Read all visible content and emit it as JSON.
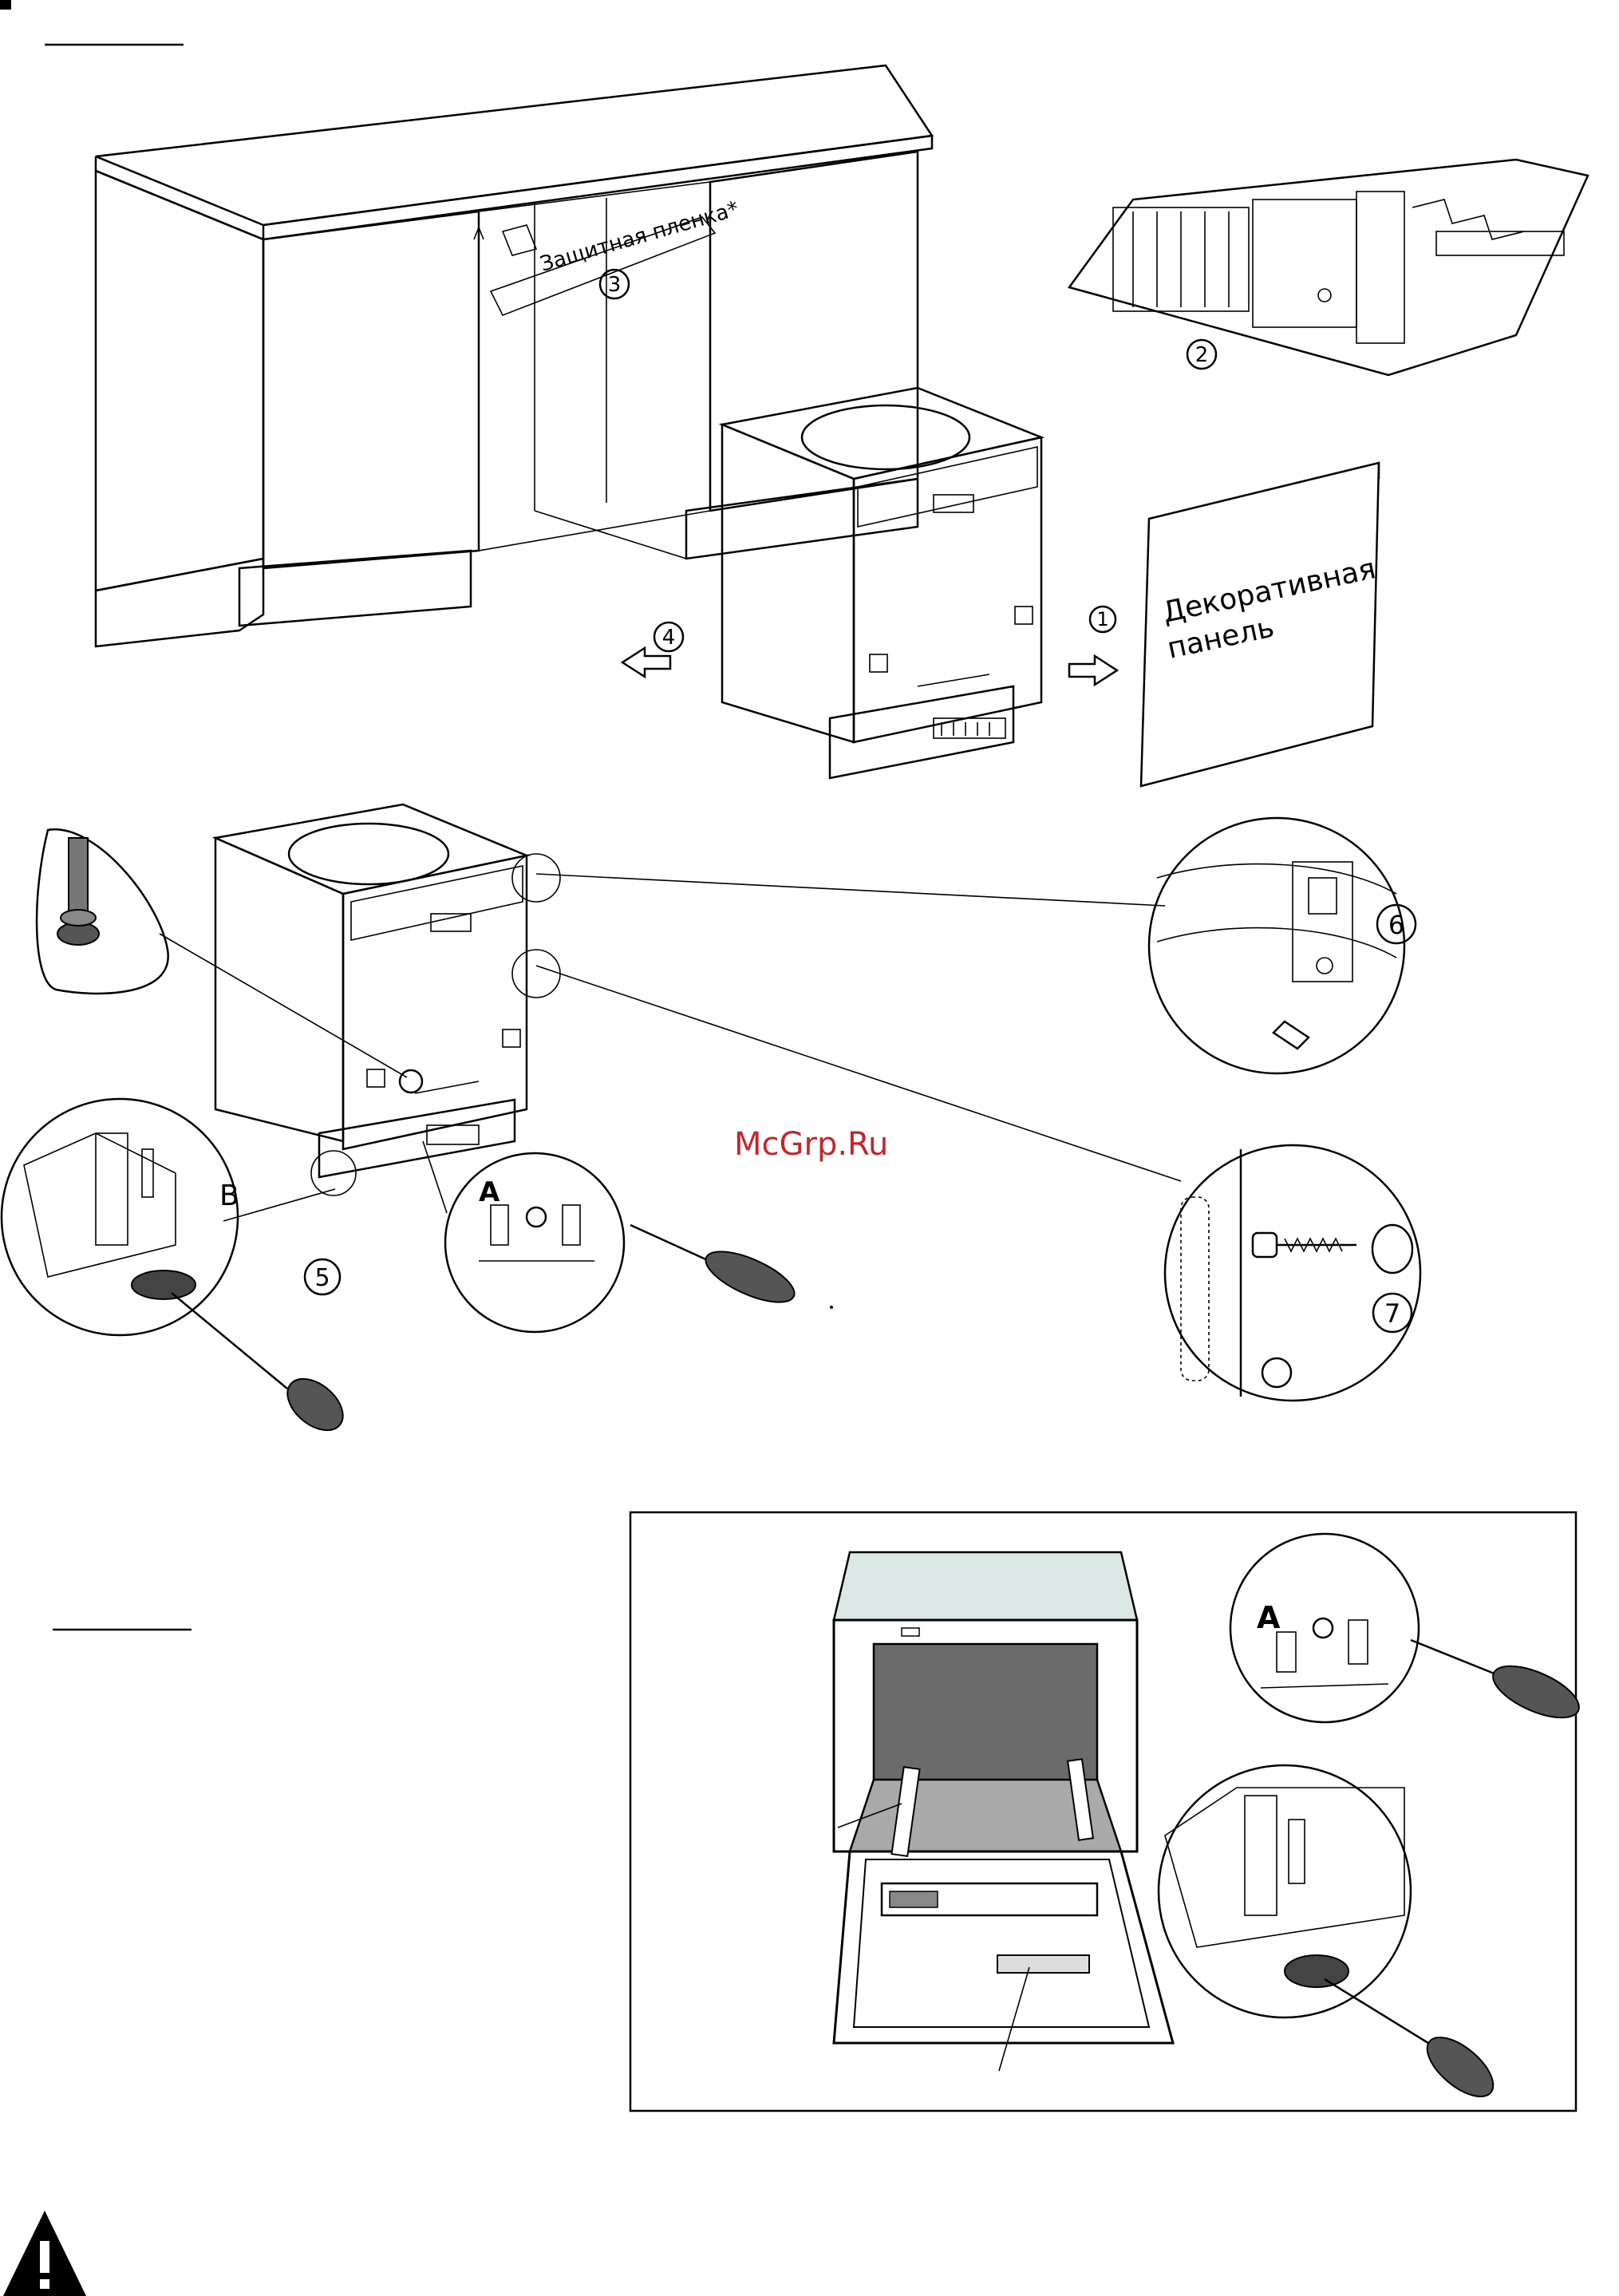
{
  "film_label": "Защитная пленка*",
  "panel_label": [
    "Декоративная",
    "панель"
  ],
  "watermark": "McGrp.Ru",
  "steps": {
    "one": "1",
    "two": "2",
    "three": "3",
    "four": "4",
    "five": "5",
    "six": "6",
    "seven": "7"
  },
  "detail_letters": {
    "a": "A",
    "b": "B",
    "a_box": "A"
  }
}
